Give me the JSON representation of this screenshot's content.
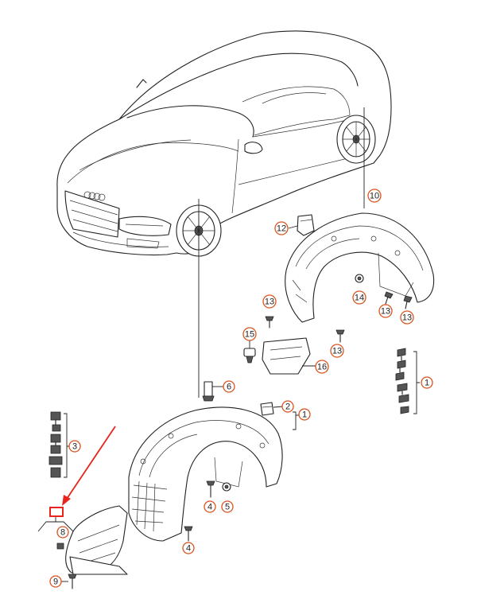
{
  "callouts": [
    {
      "key": "c1a",
      "label": "1"
    },
    {
      "key": "c1b",
      "label": "1"
    },
    {
      "key": "c2",
      "label": "2"
    },
    {
      "key": "c3",
      "label": "3"
    },
    {
      "key": "c4a",
      "label": "4"
    },
    {
      "key": "c4b",
      "label": "4"
    },
    {
      "key": "c5",
      "label": "5"
    },
    {
      "key": "c6",
      "label": "6"
    },
    {
      "key": "c8",
      "label": "8"
    },
    {
      "key": "c9",
      "label": "9"
    },
    {
      "key": "c10",
      "label": "10"
    },
    {
      "key": "c12",
      "label": "12"
    },
    {
      "key": "c13a",
      "label": "13"
    },
    {
      "key": "c13b",
      "label": "13"
    },
    {
      "key": "c13c",
      "label": "13"
    },
    {
      "key": "c13d",
      "label": "13"
    },
    {
      "key": "c14",
      "label": "14"
    },
    {
      "key": "c15",
      "label": "15"
    },
    {
      "key": "c16",
      "label": "16"
    }
  ],
  "colors": {
    "callout_ring": "#d9541e",
    "highlight": "#e8241c",
    "line": "#222222"
  }
}
